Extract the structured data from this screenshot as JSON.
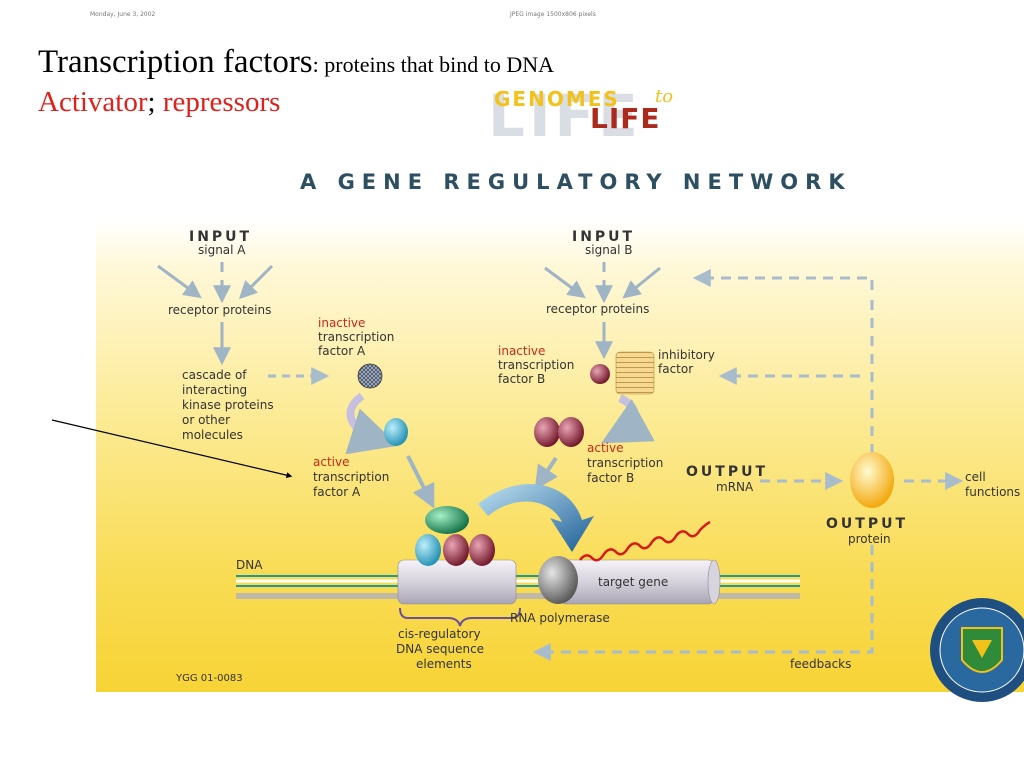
{
  "header": {
    "date": "Monday, June 3, 2002",
    "info": "JPEG image 1500x806 pixels"
  },
  "title": {
    "main": "Transcription factors",
    "sub": ": proteins that bind to DNA"
  },
  "subtitle": {
    "activator": "Activator",
    "sep": ";",
    "repressors": "repressors"
  },
  "logo": {
    "top": "GENOMES",
    "to": "to",
    "bottom": "LIFE",
    "ghost": "LIFE"
  },
  "diagram": {
    "title": "A GENE REGULATORY NETWORK",
    "input_a_title": "INPUT",
    "input_a_sub": "signal A",
    "input_b_title": "INPUT",
    "input_b_sub": "signal B",
    "receptor_a": "receptor proteins",
    "receptor_b": "receptor proteins",
    "inactive_tf_a": [
      "inactive",
      "transcription",
      "factor A"
    ],
    "cascade": [
      "cascade of",
      "interacting",
      "kinase proteins",
      "or other",
      "molecules"
    ],
    "inactive_tf_b": [
      "inactive",
      "transcription",
      "factor B"
    ],
    "inhibitory": [
      "inhibitory",
      "factor"
    ],
    "active_tf_a": [
      "active",
      "transcription",
      "factor A"
    ],
    "active_tf_b": [
      "active",
      "transcription",
      "factor B"
    ],
    "output_mrna_title": "OUTPUT",
    "output_mrna_sub": "mRNA",
    "output_protein_title": "OUTPUT",
    "output_protein_sub": "protein",
    "cell_functions": [
      "cell",
      "functions"
    ],
    "dna": "DNA",
    "target_gene": "target gene",
    "rna_polymerase": "RNA polymerase",
    "cis_regulatory": [
      "cis-regulatory",
      "DNA sequence",
      "elements"
    ],
    "feedbacks": "feedbacks",
    "code": "YGG 01-0083"
  },
  "colors": {
    "red_text": "#c62a1a",
    "arrow": "#9fb4c4",
    "dashed": "#a8bccb",
    "dna_teal": "#1c9a9a",
    "tf_a": "#29a8c8",
    "tf_b": "#8a2236",
    "mrna": "#d61a1a",
    "output_protein": "#f5a800"
  }
}
